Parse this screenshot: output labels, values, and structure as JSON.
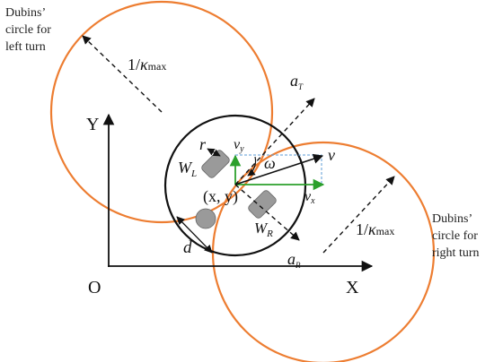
{
  "colors": {
    "orange": "#ED7D31",
    "green": "#2CA02C",
    "blue": "#5B9BD5",
    "ink": "#111111",
    "wheel": "#9A9A9A"
  },
  "left_circle_caption": [
    "Dubins’",
    "circle for",
    "left turn"
  ],
  "right_circle_caption": [
    "Dubins’",
    "circle for",
    "right turn"
  ],
  "radius_label": {
    "prefix": "1/",
    "kappa": "κ",
    "sub": "max"
  },
  "axes": {
    "y": "Y",
    "origin": "O",
    "x": "X"
  },
  "robot": {
    "position": "(x, y)",
    "wheel_radius": "r",
    "left_wheel": {
      "letter": "W",
      "sub": "L"
    },
    "right_wheel": {
      "letter": "W",
      "sub": "R"
    },
    "distance": "d",
    "omega": "ω"
  },
  "velocity": {
    "v": "v",
    "vx": {
      "letter": "v",
      "sub": "x"
    },
    "vy": {
      "letter": "v",
      "sub": "y"
    }
  },
  "accel": {
    "tangential": {
      "letter": "a",
      "sub": "T"
    },
    "radial": {
      "letter": "a",
      "sub": "R"
    }
  }
}
